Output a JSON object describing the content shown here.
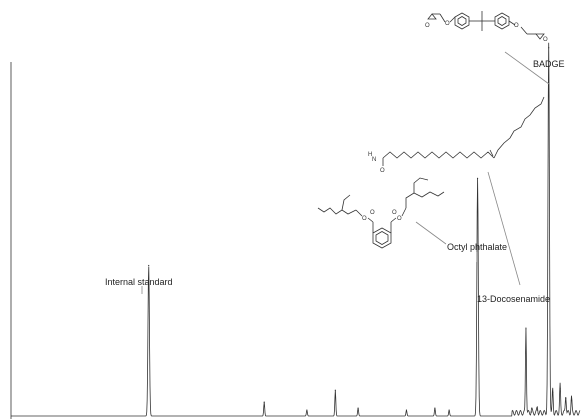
{
  "chart_data": {
    "type": "line",
    "title": "",
    "xlabel": "",
    "ylabel": "",
    "grid": false,
    "legend": "none",
    "line_color": "#333333",
    "annotations": [
      {
        "key": "is",
        "text": "Internal standard"
      },
      {
        "key": "op",
        "text": "Octyl phthalate"
      },
      {
        "key": "doc",
        "text": "13-Docosenamide"
      },
      {
        "key": "bad",
        "text": "BADGE"
      }
    ],
    "series": [
      {
        "peaks": [
          {
            "x": 0.242,
            "h": 0.38
          },
          {
            "x": 0.445,
            "h": 0.035
          },
          {
            "x": 0.52,
            "h": 0.015
          },
          {
            "x": 0.57,
            "h": 0.065
          },
          {
            "x": 0.61,
            "h": 0.02
          },
          {
            "x": 0.695,
            "h": 0.015
          },
          {
            "x": 0.745,
            "h": 0.02
          },
          {
            "x": 0.77,
            "h": 0.015
          },
          {
            "x": 0.82,
            "h": 0.6
          },
          {
            "x": 0.905,
            "h": 0.22
          },
          {
            "x": 0.915,
            "h": 0.01
          },
          {
            "x": 0.925,
            "h": 0.015
          },
          {
            "x": 0.945,
            "h": 0.93
          },
          {
            "x": 0.952,
            "h": 0.06
          },
          {
            "x": 0.965,
            "h": 0.07
          },
          {
            "x": 0.975,
            "h": 0.045
          },
          {
            "x": 0.985,
            "h": 0.04
          }
        ]
      }
    ],
    "structure_atoms": {
      "o": "O",
      "h": "H",
      "n": "N"
    }
  }
}
